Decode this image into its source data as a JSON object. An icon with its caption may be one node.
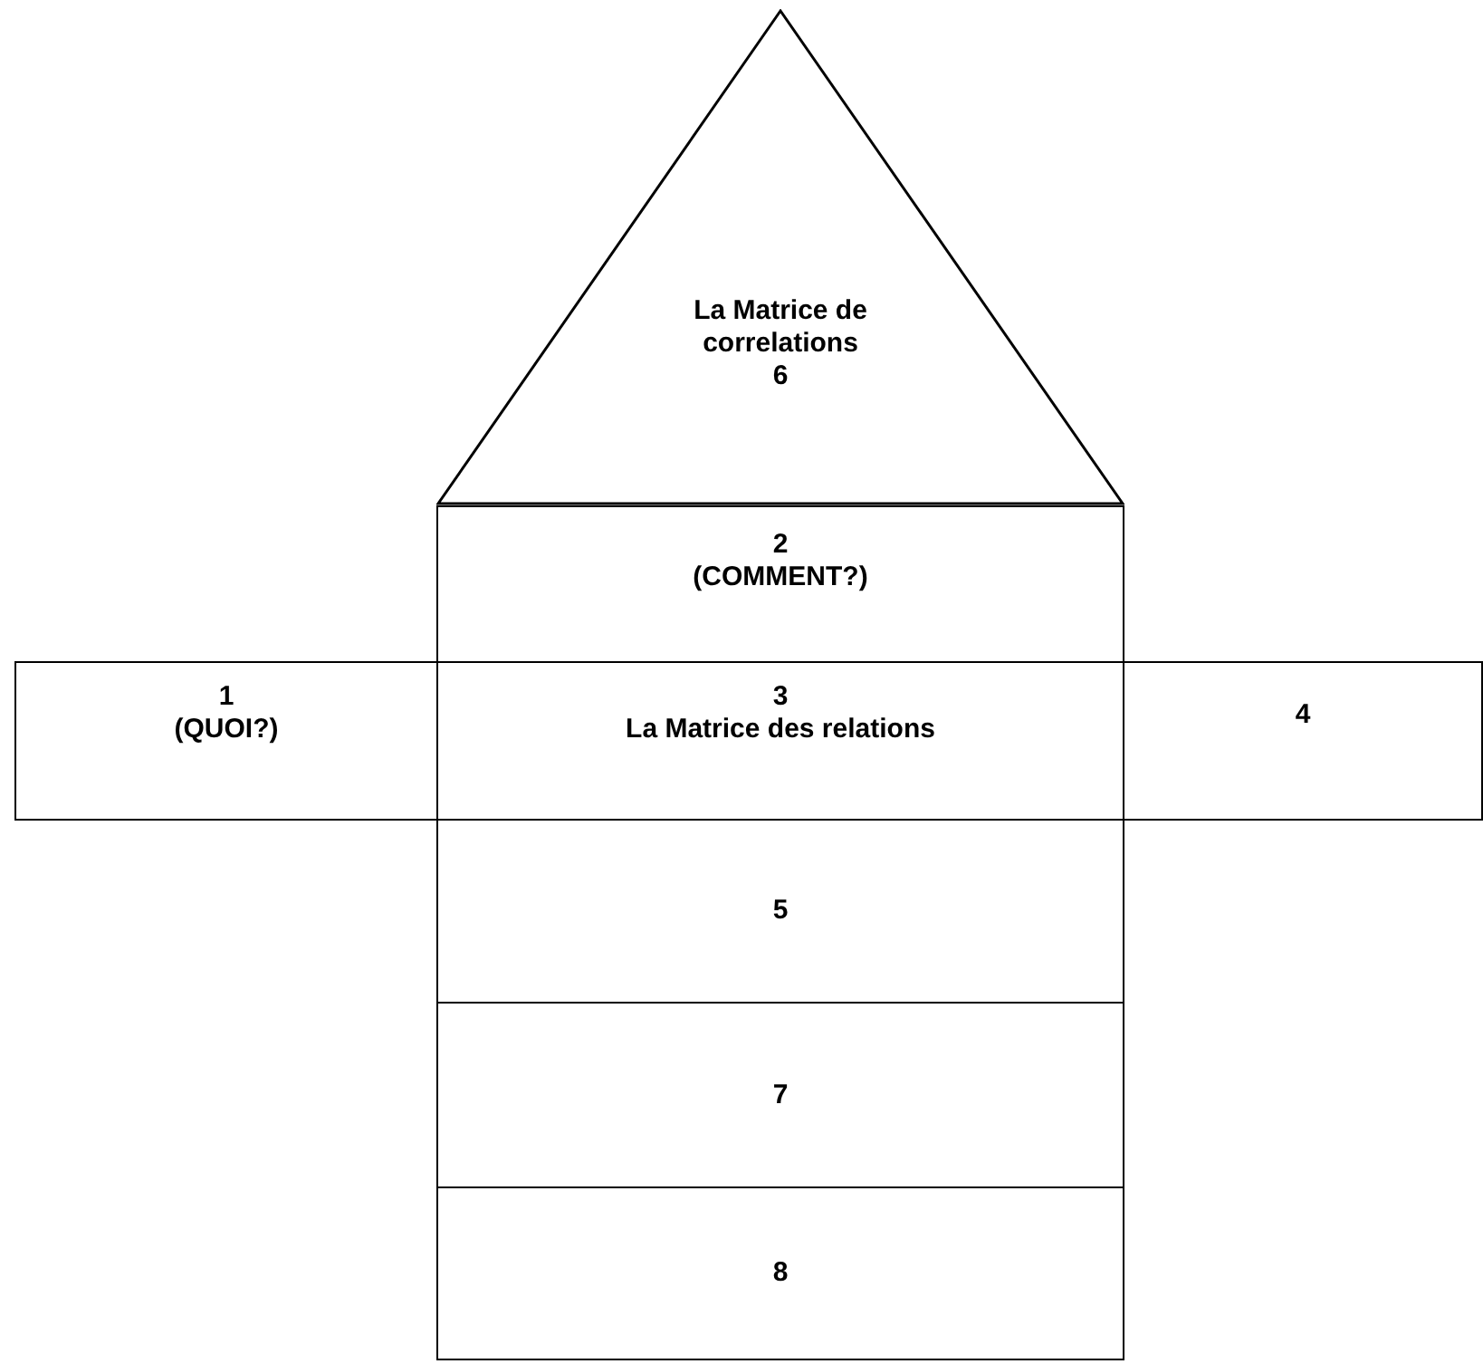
{
  "diagram": {
    "nodes": [
      {
        "text": [
          "La Matrice de correlations",
          "6"
        ]
      },
      {
        "text": [
          "2",
          "(COMMENT?)"
        ]
      },
      {
        "text": [
          "1",
          "(QUOI?)"
        ]
      },
      {
        "text": [
          "3",
          "La Matrice des relations"
        ]
      },
      {
        "text": [
          "4"
        ]
      },
      {
        "text": [
          "5"
        ]
      },
      {
        "text": [
          "7"
        ]
      },
      {
        "text": [
          "8"
        ]
      }
    ]
  }
}
